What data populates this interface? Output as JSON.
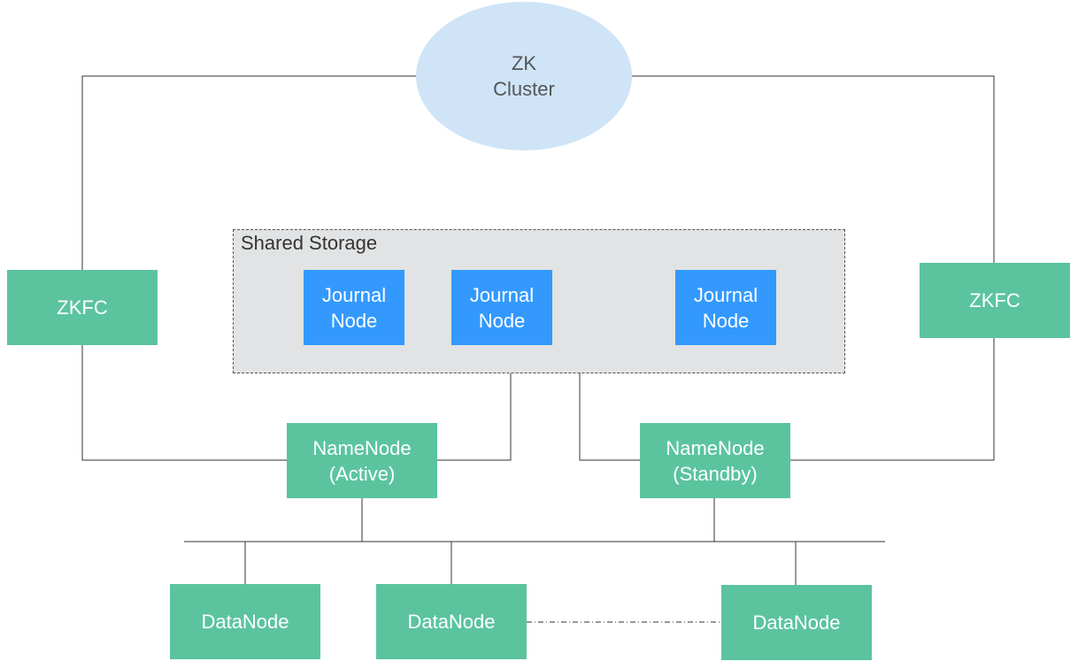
{
  "zk_cluster": {
    "label": "ZK\nCluster"
  },
  "shared_storage": {
    "label": "Shared Storage",
    "journal_nodes": [
      "Journal\nNode",
      "Journal\nNode",
      "Journal\nNode"
    ]
  },
  "zkfc": {
    "left": "ZKFC",
    "right": "ZKFC"
  },
  "namenodes": {
    "active": "NameNode\n(Active)",
    "standby": "NameNode\n(Standby)"
  },
  "datanodes": [
    "DataNode",
    "DataNode",
    "DataNode"
  ],
  "colors": {
    "node_green": "#5bc49f",
    "journal_blue": "#3399ff",
    "cloud_fill": "#cfe4f7",
    "storage_fill": "#e1e3e4",
    "line": "#333333"
  }
}
